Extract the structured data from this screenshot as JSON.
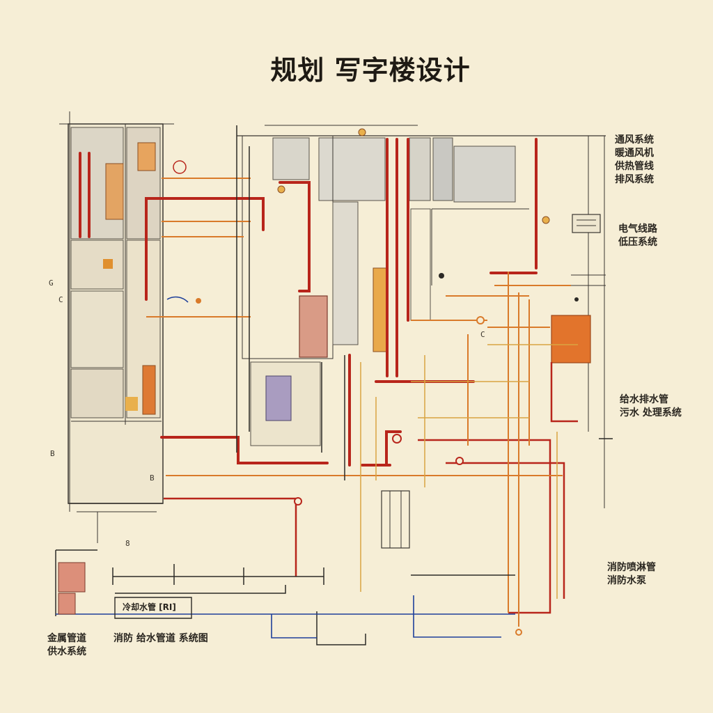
{
  "title": "规划 写字楼设计",
  "colors": {
    "paper": "#f6eed6",
    "ink": "#2c2a26",
    "red": "#b8251b",
    "orange": "#d97a2a",
    "yellow": "#d9a441",
    "blue": "#1e3f9a",
    "panel_orange": "#e2742c",
    "panel_pink": "#d99b86",
    "panel_lilac": "#a99cc0"
  },
  "labels": {
    "right_top": "通风系统\n暖通风机\n供热管线\n排风系统",
    "right_mid": "电气线路\n低压系统",
    "right_lower": "给水排水管\n污水 处理系统",
    "right_bottom": "消防喷淋管\n消防水泵",
    "bottom_left": "金属管道\n供水系统",
    "bottom_center": "消防 给水管道 系统图",
    "legend_box": "冷却水管 [RI]"
  },
  "ticks": [
    "G",
    "C",
    "B",
    "8",
    "C",
    "B"
  ]
}
